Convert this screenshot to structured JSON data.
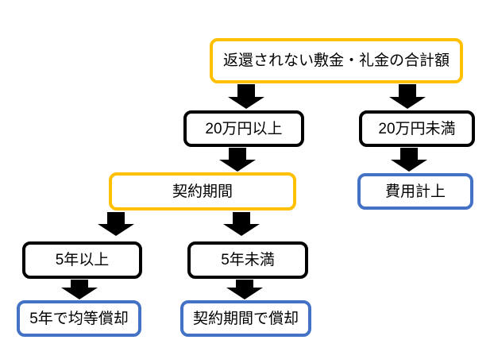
{
  "diagram": {
    "colors": {
      "yellow": "#FFC000",
      "blue": "#4472C4",
      "black": "#000000",
      "arrow": "#000000",
      "background": "#FFFFFF"
    },
    "nodes": {
      "root": {
        "label": "返還されない敷金・礼金の合計額",
        "style": "yellow"
      },
      "over_200k": {
        "label": "20万円以上",
        "style": "black"
      },
      "under_200k": {
        "label": "20万円未満",
        "style": "black"
      },
      "contract_period": {
        "label": "契約期間",
        "style": "yellow"
      },
      "expense": {
        "label": "費用計上",
        "style": "blue"
      },
      "over_5y": {
        "label": "5年以上",
        "style": "black"
      },
      "under_5y": {
        "label": "5年未満",
        "style": "black"
      },
      "amortize_5y": {
        "label": "5年で均等償却",
        "style": "blue"
      },
      "amortize_contract": {
        "label": "契約期間で償却",
        "style": "blue"
      }
    }
  }
}
